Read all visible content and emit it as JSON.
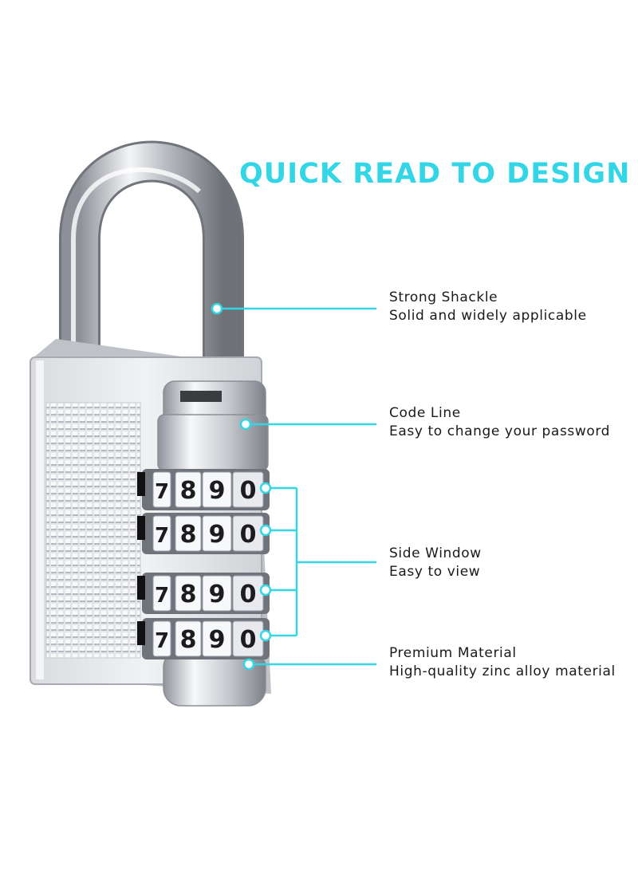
{
  "heading": "QUICK READ TO DESIGN",
  "colors": {
    "accent": "#33d6e6",
    "metal": "#c9ccd1",
    "text": "#1a1a1a"
  },
  "features": [
    {
      "title": "Strong Shackle",
      "description": "Solid and widely applicable"
    },
    {
      "title": "Code Line",
      "description": "Easy to change your password"
    },
    {
      "title": "Side Window",
      "description": "Easy to view"
    },
    {
      "title": "Premium Material",
      "description": "High-quality zinc alloy material"
    }
  ],
  "dials": [
    [
      "7",
      "8",
      "9",
      "0"
    ],
    [
      "7",
      "8",
      "9",
      "0"
    ],
    [
      "7",
      "8",
      "9",
      "0"
    ],
    [
      "7",
      "8",
      "9",
      "0"
    ]
  ]
}
